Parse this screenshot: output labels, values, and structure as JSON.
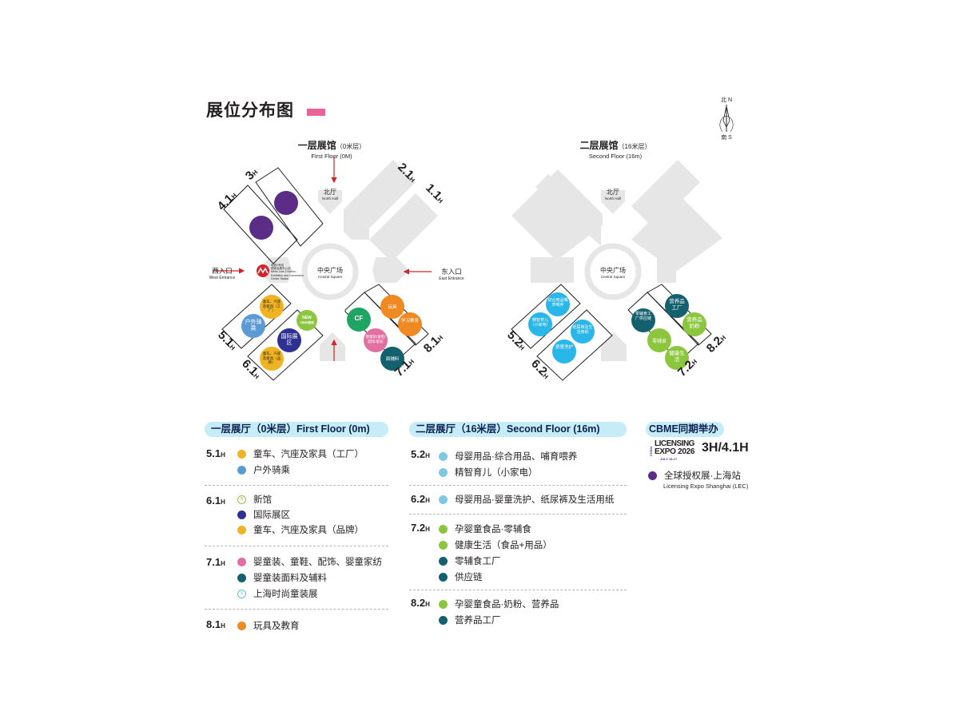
{
  "page": {
    "title": "展位分布图"
  },
  "compass": {
    "north": "北 N",
    "south": "南 S"
  },
  "floor1": {
    "title": "一层展馆",
    "subtitle": "（0米层）",
    "en": "First Floor (0M)",
    "north_hall_zh": "北厅",
    "north_hall_en": "North Hall",
    "central_zh": "中央广场",
    "central_en": "Central Square",
    "west_zh": "西入口",
    "west_en": "West Entrance",
    "east_zh": "东入口",
    "east_en": "East Entrance",
    "station_line1": "地铁2号线",
    "station_line2": "国家会展中心站",
    "station_line3": "Metro Line 2 Nation...",
    "station_line4": "Exhibition and Convention",
    "station_line5": "Center Station",
    "hall_labels": {
      "h3": "3H",
      "h41": "4.1H",
      "h21": "2.1H",
      "h11": "1.1H",
      "h51": "5.1H",
      "h61": "6.1H",
      "h71": "7.1H",
      "h81": "8.1H"
    },
    "circles": {
      "c51a": "童车、汽座及家具（工厂）",
      "c51b": "户外骑乘",
      "c61new": "NEW",
      "c61new_sub": "CBME新馆",
      "c61intl": "国际展区",
      "c61brand": "童车、汽座及家具（品牌）",
      "c71cf": "CF",
      "c71apparel": "婴童装/童鞋/配饰/家纺",
      "c71fabric": "面辅料",
      "c81toys": "玩具",
      "c81edu": "学习教育"
    }
  },
  "floor2": {
    "title": "二层展馆",
    "subtitle": "（16米层）",
    "en": "Second Floor (16m)",
    "north_hall_zh": "北厅",
    "north_hall_en": "North Hall",
    "central_zh": "中央广场",
    "central_en": "Central Square",
    "hall_labels": {
      "h52": "5.2H",
      "h62": "6.2H",
      "h72": "7.2H",
      "h82": "8.2H"
    },
    "circles": {
      "c52a": "综合用品哺育喂养",
      "c52b": "精智育儿（小家电）",
      "c62a": "纸尿裤及生活用纸",
      "c62b": "婴童洗护",
      "c72a": "零辅食工厂供应链",
      "c72b": "零辅食",
      "c72c": "健康生活",
      "c82a": "营养品工厂",
      "c82b": "营养品奶粉"
    }
  },
  "legend1": {
    "header": "一层展厅（0米层）First Floor (0m)",
    "groups": [
      {
        "hall": "5.1",
        "unit": "H",
        "items": [
          {
            "text": "童车、汽座及家具（工厂）"
          },
          {
            "text": "户外骑乘"
          }
        ]
      },
      {
        "hall": "6.1",
        "unit": "H",
        "items": [
          {
            "text": "新馆"
          },
          {
            "text": "国际展区"
          },
          {
            "text": "童车、汽座及家具（品牌）"
          }
        ]
      },
      {
        "hall": "7.1",
        "unit": "H",
        "items": [
          {
            "text": "婴童装、童鞋、配饰、婴童家纺"
          },
          {
            "text": "婴童装面料及辅料"
          },
          {
            "text": "上海时尚童装展"
          }
        ]
      },
      {
        "hall": "8.1",
        "unit": "H",
        "items": [
          {
            "text": "玩具及教育"
          }
        ]
      }
    ]
  },
  "legend2": {
    "header": "二层展厅（16米层）Second Floor (16m)",
    "groups": [
      {
        "hall": "5.2",
        "unit": "H",
        "items": [
          {
            "text": "母婴用品·综合用品、哺育喂养"
          },
          {
            "text": "精智育儿（小家电）"
          }
        ]
      },
      {
        "hall": "6.2",
        "unit": "H",
        "items": [
          {
            "text": "母婴用品·婴童洗护、纸尿裤及生活用纸"
          }
        ]
      },
      {
        "hall": "7.2",
        "unit": "H",
        "items": [
          {
            "text": "孕婴童食品·零辅食"
          },
          {
            "text": "健康生活（食品+用品）"
          },
          {
            "text": "零辅食工厂"
          },
          {
            "text": "供应链"
          }
        ]
      },
      {
        "hall": "8.2",
        "unit": "H",
        "items": [
          {
            "text": "孕婴童食品·奶粉、营养品"
          },
          {
            "text": "营养品工厂"
          }
        ]
      }
    ]
  },
  "concurrent": {
    "header": "CBME同期举办",
    "logo_line1": "LICENSING",
    "logo_line2": "EXPO 2026",
    "logo_china": "CHINA",
    "logo_date": "JULY 15-17",
    "halls": "3H/4.1H",
    "item_zh": "全球授权展·上海站",
    "item_en": "Licensing Expo Shanghai (LEC)"
  },
  "colors": {
    "yellow": "#f0b323",
    "blue": "#5b9bd5",
    "navy": "#2e3192",
    "pink": "#e070a0",
    "teal": "#13606e",
    "orange": "#ef8a22",
    "green": "#8cc63f",
    "lightblue": "#7fc7e3",
    "purple": "#5b2d86",
    "cyan": "#29b6e8",
    "gray": "#e6e6e6",
    "arrow": "#d2232a"
  }
}
